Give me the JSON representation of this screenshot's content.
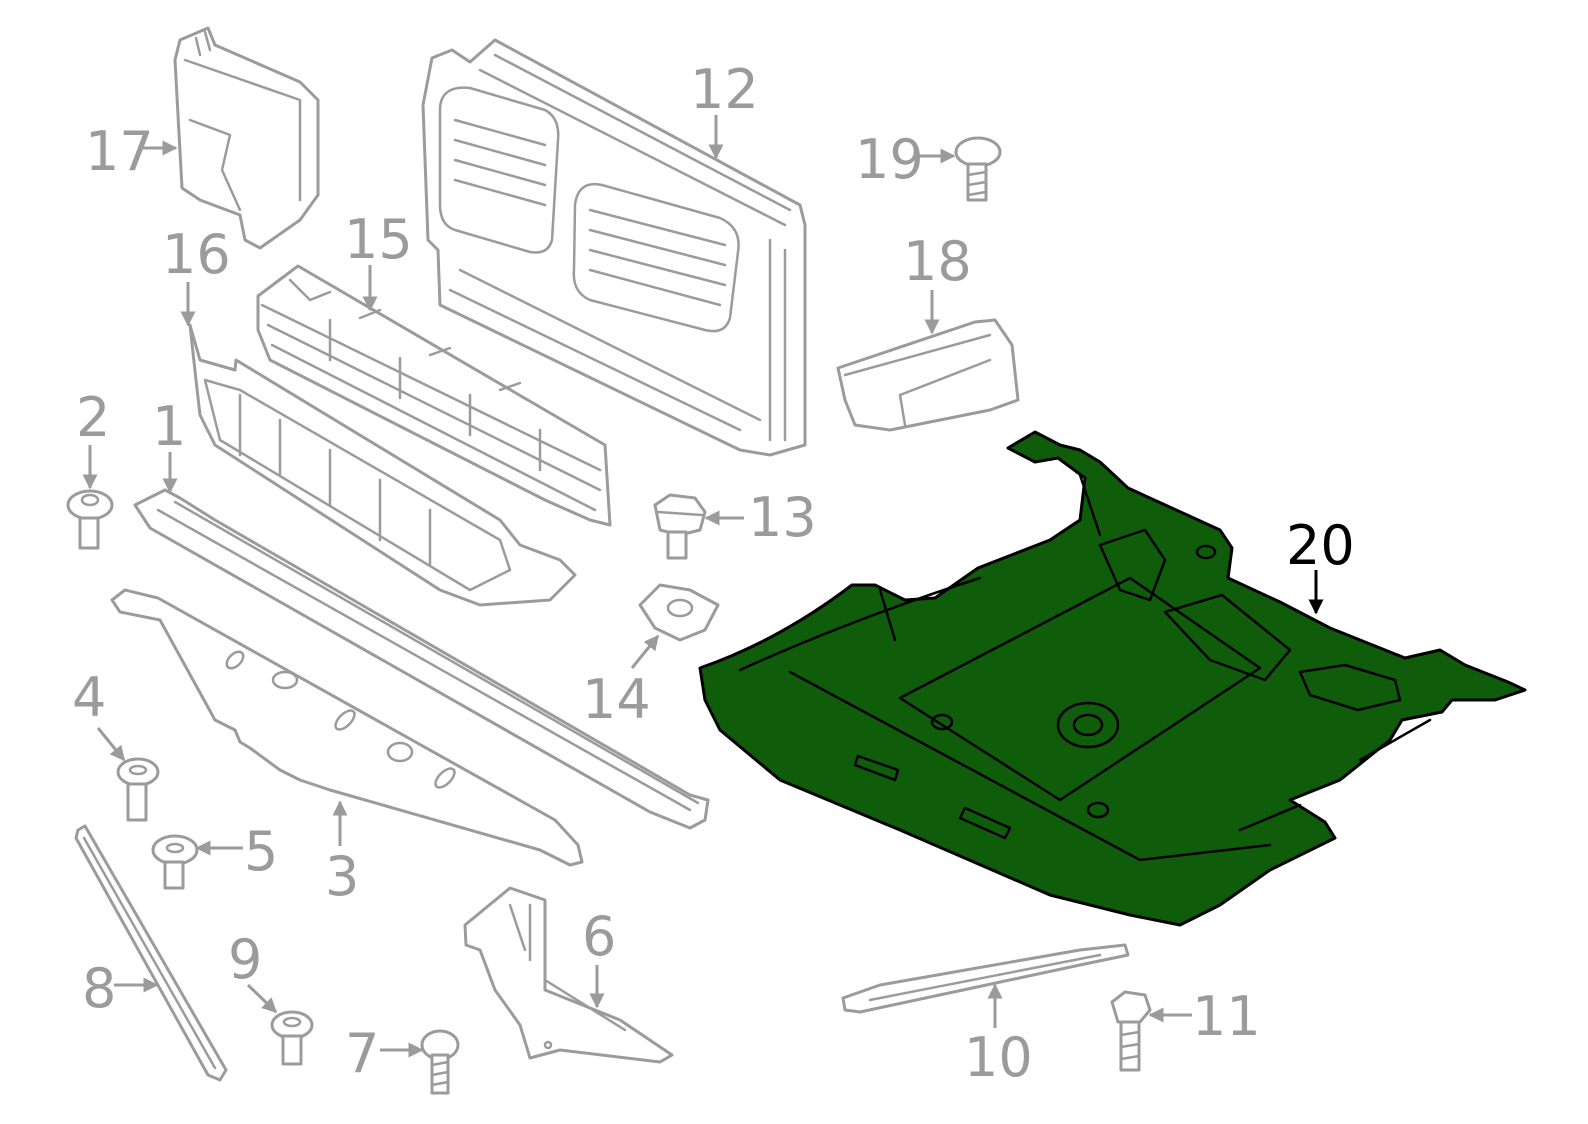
{
  "colors": {
    "line": "#9b9b9b",
    "highlight_fill": "#0f5c0b",
    "highlight_stroke": "#000000",
    "background": "#ffffff"
  },
  "callouts": {
    "c1": "1",
    "c2": "2",
    "c3": "3",
    "c4": "4",
    "c5": "5",
    "c6": "6",
    "c7": "7",
    "c8": "8",
    "c9": "9",
    "c10": "10",
    "c11": "11",
    "c12": "12",
    "c13": "13",
    "c14": "14",
    "c15": "15",
    "c16": "16",
    "c17": "17",
    "c18": "18",
    "c19": "19",
    "c20": "20"
  },
  "highlighted_part": "20"
}
